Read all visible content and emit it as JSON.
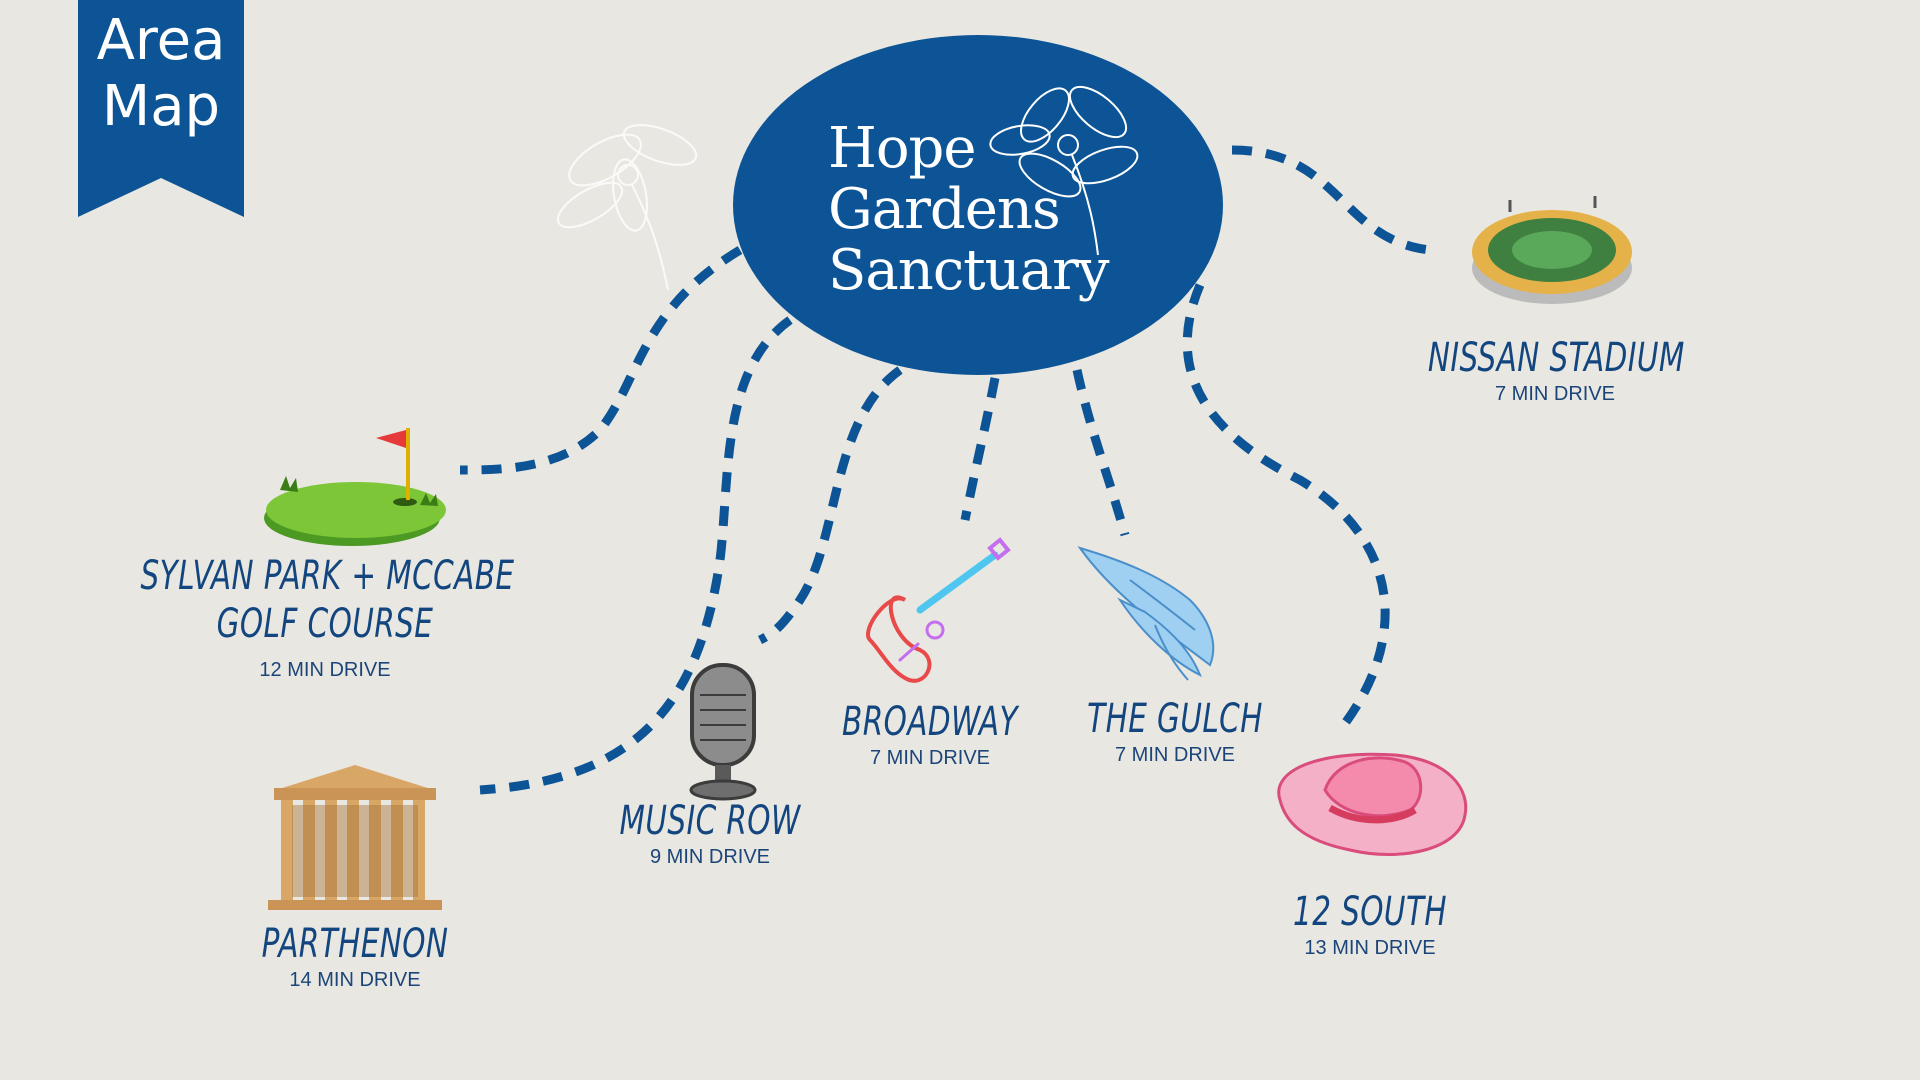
{
  "banner": {
    "line1": "Area",
    "line2": "Map"
  },
  "hub": {
    "line1": "Hope",
    "line2": "Gardens",
    "line3": "Sanctuary",
    "color": "#0c5495"
  },
  "route_color": "#0c5495",
  "destinations": [
    {
      "name_line1": "SYLVAN PARK + MCCABE",
      "name_line2": "GOLF COURSE",
      "drive": "12 MIN DRIVE",
      "icon": "golf-green-icon"
    },
    {
      "name": "PARTHENON",
      "drive": "14 MIN DRIVE",
      "icon": "parthenon-icon"
    },
    {
      "name": "MUSIC ROW",
      "drive": "9 MIN DRIVE",
      "icon": "microphone-icon"
    },
    {
      "name": "BROADWAY",
      "drive": "7 MIN DRIVE",
      "icon": "neon-guitar-icon"
    },
    {
      "name": "THE GULCH",
      "drive": "7 MIN DRIVE",
      "icon": "wing-icon"
    },
    {
      "name": "12 SOUTH",
      "drive": "13 MIN DRIVE",
      "icon": "cowboy-hat-icon"
    },
    {
      "name": "NISSAN STADIUM",
      "drive": "7 MIN DRIVE",
      "icon": "stadium-icon"
    }
  ]
}
